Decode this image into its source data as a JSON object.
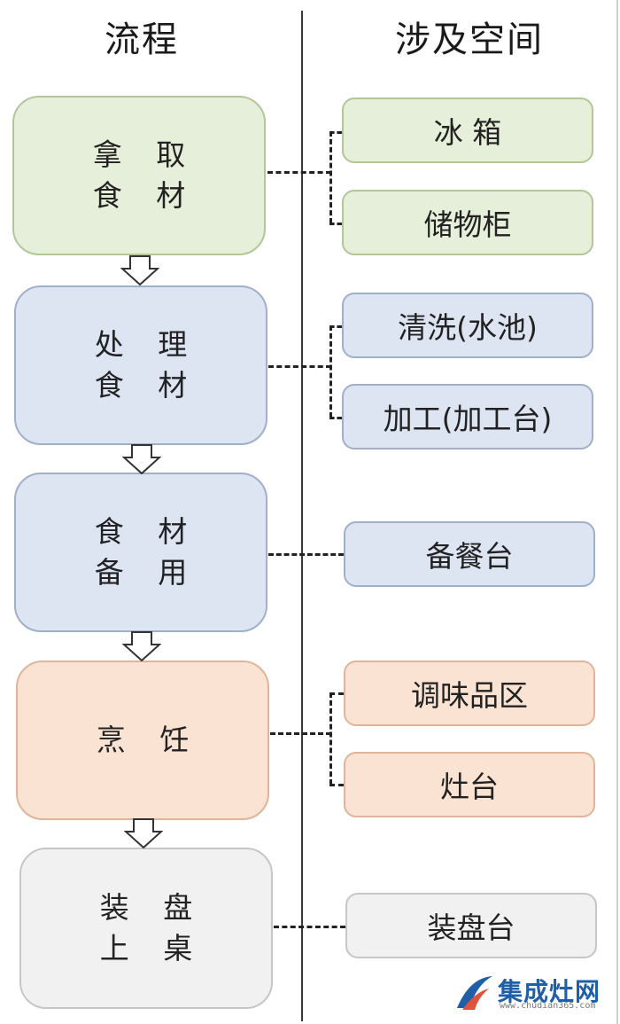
{
  "headers": {
    "process": "流程",
    "spaces": "涉及空间"
  },
  "steps": [
    {
      "line1": "拿 取",
      "line2": "食 材",
      "color": "#e5efd9"
    },
    {
      "line1": "处 理",
      "line2": "食 材",
      "color": "#dde5f3"
    },
    {
      "line1": "食 材",
      "line2": "备 用",
      "color": "#dde5f3"
    },
    {
      "line1": "烹 饪",
      "line2": "",
      "color": "#fbe3d3"
    },
    {
      "line1": "装 盘",
      "line2": "上 桌",
      "color": "#f1f1f1"
    }
  ],
  "spaces": [
    {
      "label": "冰 箱"
    },
    {
      "label": "储物柜"
    },
    {
      "label": "清洗(水池)"
    },
    {
      "label": "加工(加工台)"
    },
    {
      "label": "备餐台"
    },
    {
      "label": "调味品区"
    },
    {
      "label": "灶台"
    },
    {
      "label": "装盘台"
    }
  ],
  "watermark": {
    "brand": "集成灶网",
    "url": "www.chudian365.com"
  }
}
